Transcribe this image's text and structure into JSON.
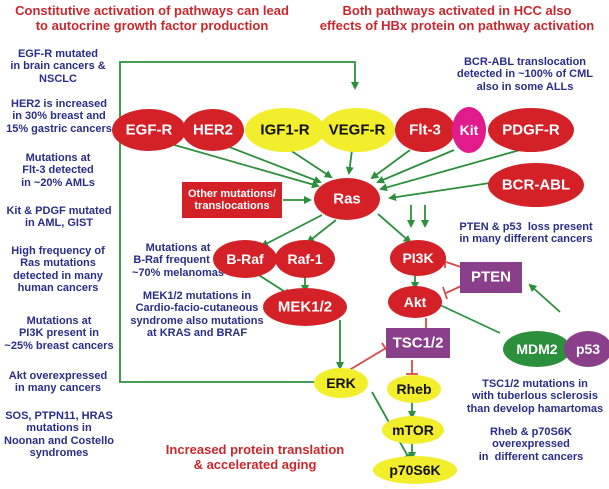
{
  "header": {
    "left": "Constitutive activation of pathways can lead\nto autocrine growth factor production",
    "right": "Both pathways activated in HCC also\neffects of HBx protein on pathway activation"
  },
  "notes_left": [
    "EGF-R mutated\nin brain cancers &\nNSCLC",
    "HER2 is increased\nin 30% breast and\n15% gastric cancers",
    "Mutations at\nFlt-3 detected\nin ~20% AMLs",
    "Kit & PDGF mutated\nin AML, GIST",
    "High frequency of\nRas mutations\ndetected in many\nhuman cancers",
    "Mutations at\nPI3K present in\n~25% breast cancers",
    "Akt overexpressed\nin many cancers",
    "SOS, PTPN11, HRAS\nmutations in\nNoonan and Costello\nsyndromes"
  ],
  "notes_center": {
    "braf": "Mutations at\nB-Raf frequent in\n~70% melanomas",
    "mek": "MEK1/2 mutations in\nCardio-facio-cutaneous\nsyndrome also mutations\nat KRAS and BRAF"
  },
  "notes_right": {
    "bcr": "BCR-ABL translocation\ndetected in ~100% of CML\nalso in some ALLs",
    "pten": "PTEN & p53  loss present\nin many different cancers",
    "tsc": "TSC1/2 mutations in\nwith tuberlous sclerosis\nthan develop hamartomas",
    "rheb": "Rheb & p70S6K\noverexpressed\nin  different cancers"
  },
  "footer": "Increased protein translation\n& accelerated aging",
  "other_box": "Other mutations/\ntranslocations",
  "nodes": {
    "egfr": "EGF-R",
    "her2": "HER2",
    "igf1r": "IGF1-R",
    "vegfr": "VEGF-R",
    "flt3": "Flt-3",
    "kit": "Kit",
    "pdgfr": "PDGF-R",
    "ras": "Ras",
    "bcrabl": "BCR-ABL",
    "braf": "B-Raf",
    "raf1": "Raf-1",
    "mek": "MEK1/2",
    "pi3k": "PI3K",
    "pten": "PTEN",
    "akt": "Akt",
    "mdm2": "MDM2",
    "p53": "p53",
    "tsc": "TSC1/2",
    "rheb": "Rheb",
    "erk": "ERK",
    "mtor": "mTOR",
    "p70": "p70S6K"
  },
  "colors": {
    "red_node": "#d42027",
    "yellow_node": "#f2ee2c",
    "magenta_node": "#e21b8c",
    "purple_box": "#8a3f8a",
    "arrow_green": "#2b8f3c",
    "inhibit_red": "#d84a4a",
    "text_red": "#c8282d",
    "text_blue": "#2a2e86"
  }
}
